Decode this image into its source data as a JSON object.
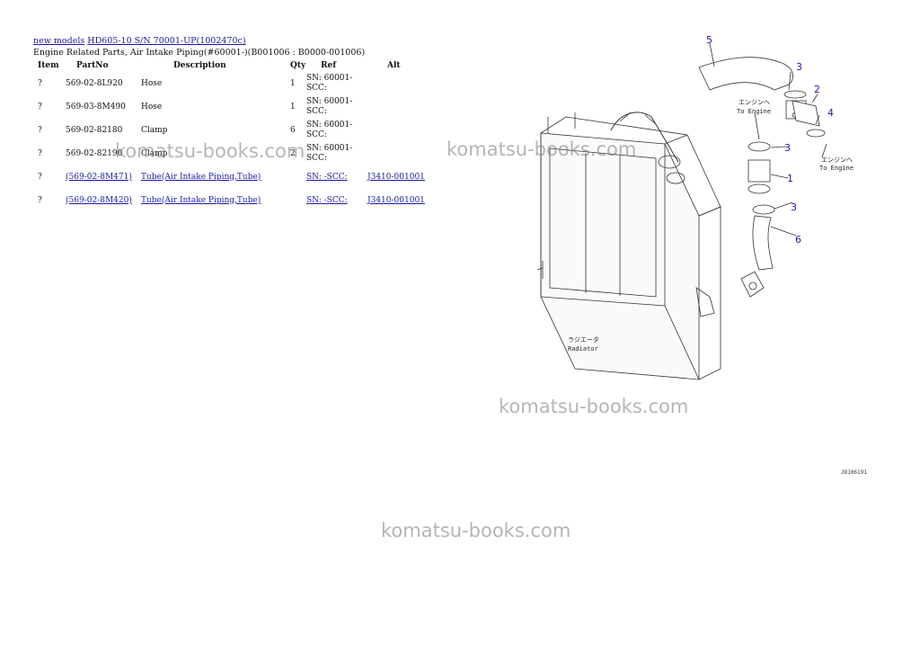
{
  "header": {
    "link1": "new models",
    "link2": "HD605-10 S/N 70001-UP(1002470c)",
    "subtitle": "Engine Related Parts, Air Intake Piping(#60001-)(B001006 : B0000-001006)"
  },
  "table": {
    "columns": [
      "Item",
      "PartNo",
      "Description",
      "Qty",
      "Ref",
      "Alt"
    ],
    "rows": [
      {
        "item": "?",
        "part": "569-02-8L920",
        "desc": "Hose",
        "qty": "1",
        "ref": "SN: 60001-SCC:",
        "alt": ""
      },
      {
        "item": "?",
        "part": "569-03-8M490",
        "desc": "Hose",
        "qty": "1",
        "ref": "SN: 60001-SCC:",
        "alt": ""
      },
      {
        "item": "?",
        "part": "569-02-82180",
        "desc": "Clamp",
        "qty": "6",
        "ref": "SN: 60001-SCC:",
        "alt": ""
      },
      {
        "item": "?",
        "part": "569-02-82190",
        "desc": "Clamp",
        "qty": "2",
        "ref": "SN: 60001-SCC:",
        "alt": ""
      },
      {
        "item": "?",
        "part": "(569-02-8M471)",
        "desc": "Tube(Air Intake Piping,Tube)",
        "qty": "",
        "ref": "SN: -SCC:",
        "alt": "J3410-001001"
      },
      {
        "item": "?",
        "part": "(569-02-8M420)",
        "desc": "Tube(Air Intake Piping,Tube)",
        "qty": "",
        "ref": "SN: -SCC:",
        "alt": "J3410-001001"
      }
    ]
  },
  "watermark": "komatsu-books.com",
  "diagram": {
    "callouts": [
      "5",
      "3",
      "2",
      "4",
      "3",
      "1",
      "3",
      "6"
    ],
    "label_engine_jp": "エンジンへ",
    "label_engine_en": "To Engine",
    "label_radiator_jp": "ラジエータ",
    "label_radiator_en": "Radiator",
    "code": "J8106191"
  }
}
